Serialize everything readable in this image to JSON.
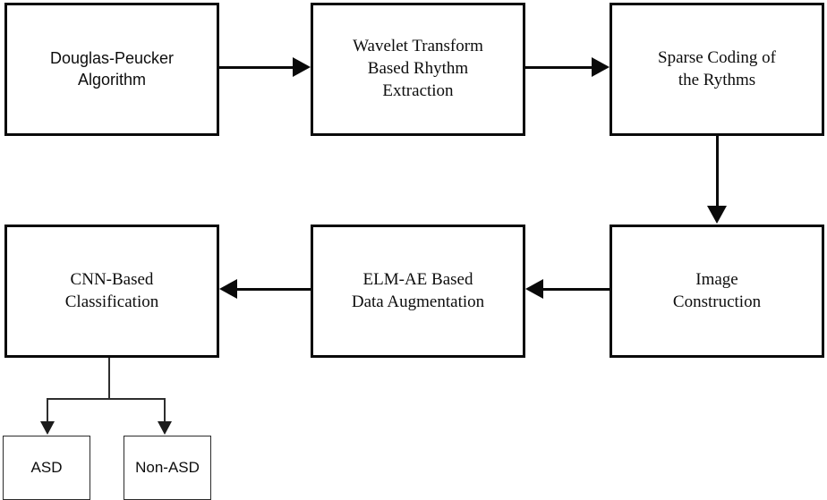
{
  "diagram": {
    "type": "flowchart",
    "title": "",
    "background_color": "#ffffff",
    "stroke_color": "#0a0a0a",
    "text_color": "#0d0d0d",
    "nodes": [
      {
        "id": "douglas_peucker",
        "label": "Douglas-Peucker\nAlgorithm",
        "row": 1,
        "col": 1
      },
      {
        "id": "wavelet_transform",
        "label": "Wavelet Transform\nBased Rhythm\nExtraction",
        "row": 1,
        "col": 2
      },
      {
        "id": "sparse_coding",
        "label": "Sparse Coding of\nthe Rythms",
        "row": 1,
        "col": 3
      },
      {
        "id": "cnn_classification",
        "label": "CNN-Based\nClassification",
        "row": 2,
        "col": 1
      },
      {
        "id": "elm_ae",
        "label": "ELM-AE Based\nData Augmentation",
        "row": 2,
        "col": 2
      },
      {
        "id": "image_construction",
        "label": "Image\nConstruction",
        "row": 2,
        "col": 3
      }
    ],
    "outcomes": [
      {
        "id": "asd",
        "label": "ASD"
      },
      {
        "id": "non_asd",
        "label": "Non-ASD"
      }
    ],
    "edges": [
      {
        "from": "douglas_peucker",
        "to": "wavelet_transform",
        "direction": "right"
      },
      {
        "from": "wavelet_transform",
        "to": "sparse_coding",
        "direction": "right"
      },
      {
        "from": "sparse_coding",
        "to": "image_construction",
        "direction": "down"
      },
      {
        "from": "image_construction",
        "to": "elm_ae",
        "direction": "left"
      },
      {
        "from": "elm_ae",
        "to": "cnn_classification",
        "direction": "left"
      },
      {
        "from": "cnn_classification",
        "to": "asd",
        "direction": "down"
      },
      {
        "from": "cnn_classification",
        "to": "non_asd",
        "direction": "down"
      }
    ]
  }
}
